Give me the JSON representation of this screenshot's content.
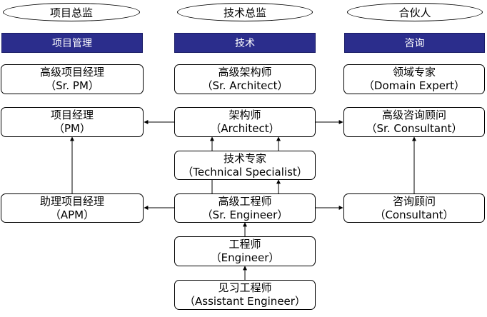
{
  "tracks": {
    "pm": {
      "title": "项目总监",
      "header": "项目管理"
    },
    "tech": {
      "title": "技术总监",
      "header": "技术"
    },
    "consult": {
      "title": "合伙人",
      "header": "咨询"
    }
  },
  "nodes": {
    "sr_pm": {
      "cn": "高级项目经理",
      "en": "（Sr. PM）"
    },
    "pm": {
      "cn": "项目经理",
      "en": "（PM）"
    },
    "apm": {
      "cn": "助理项目经理",
      "en": "（APM）"
    },
    "sr_architect": {
      "cn": "高级架构师",
      "en": "（Sr. Architect）"
    },
    "architect": {
      "cn": "架构师",
      "en": "（Architect）"
    },
    "tech_specialist": {
      "cn": "技术专家",
      "en": "（Technical Specialist）"
    },
    "sr_engineer": {
      "cn": "高级工程师",
      "en": "（Sr. Engineer）"
    },
    "engineer": {
      "cn": "工程师",
      "en": "（Engineer）"
    },
    "assistant_engineer": {
      "cn": "见习工程师",
      "en": "（Assistant Engineer）"
    },
    "domain_expert": {
      "cn": "领域专家",
      "en": "（Domain Expert）"
    },
    "sr_consultant": {
      "cn": "高级咨询顾问",
      "en": "（Sr. Consultant）"
    },
    "consultant": {
      "cn": "咨询顾问",
      "en": "（Consultant）"
    }
  },
  "colors": {
    "header_bg": "#2b2d8c",
    "header_text": "#ffffff",
    "line": "#000000"
  }
}
